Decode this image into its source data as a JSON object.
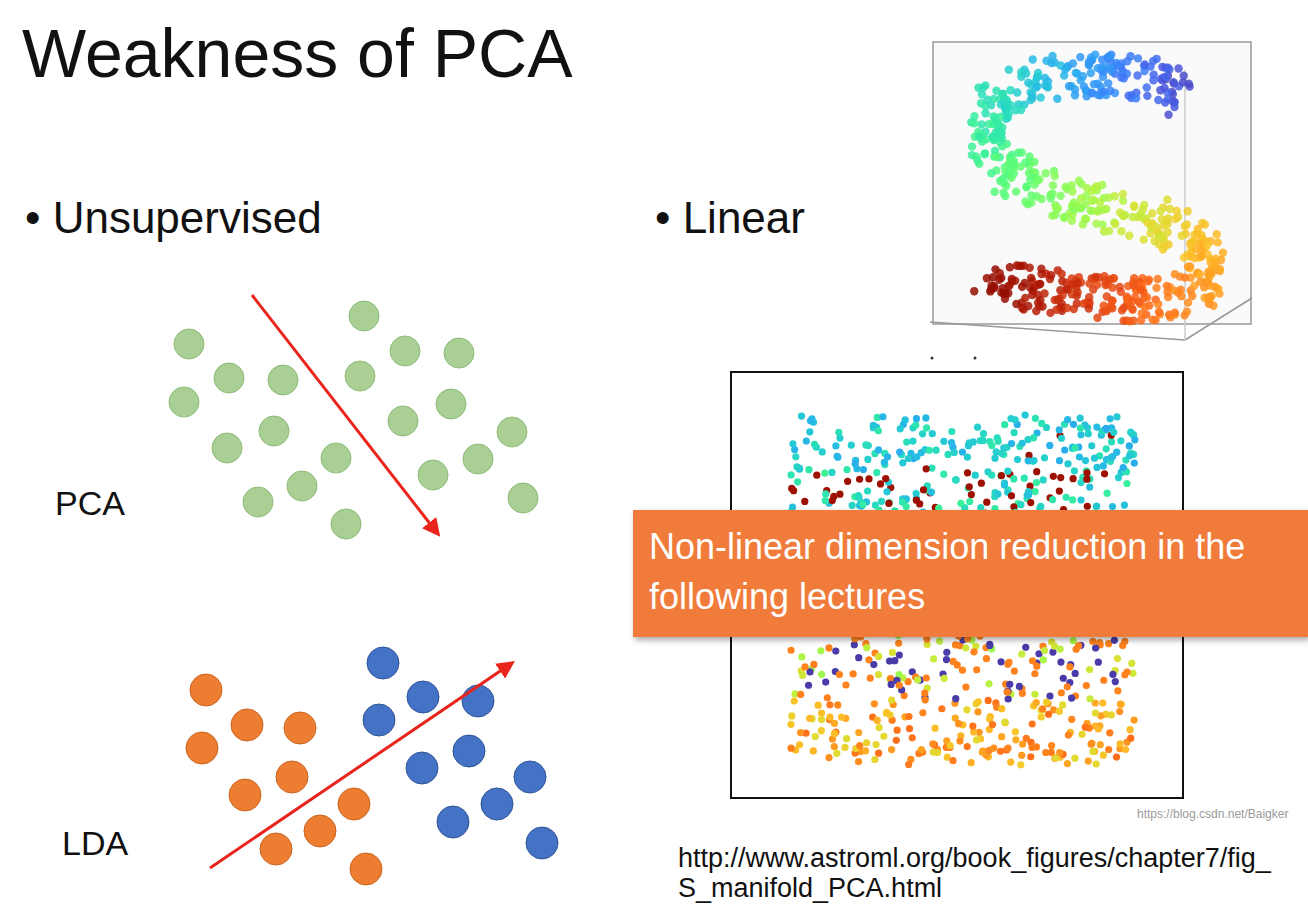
{
  "diagram": {
    "title": "Weakness of PCA",
    "nodes": [
      {
        "text": [
          "Non-linear dimension reduction in the following lectures"
        ]
      }
    ],
    "edges": [],
    "labels": [
      "• Unsupervised",
      "• Linear",
      "PCA",
      "LDA",
      "http://www.astroml.org/book_figures/chapter7/fig_S_manifold_PCA.html",
      "https://blog.csdn.net/Baigker"
    ]
  }
}
